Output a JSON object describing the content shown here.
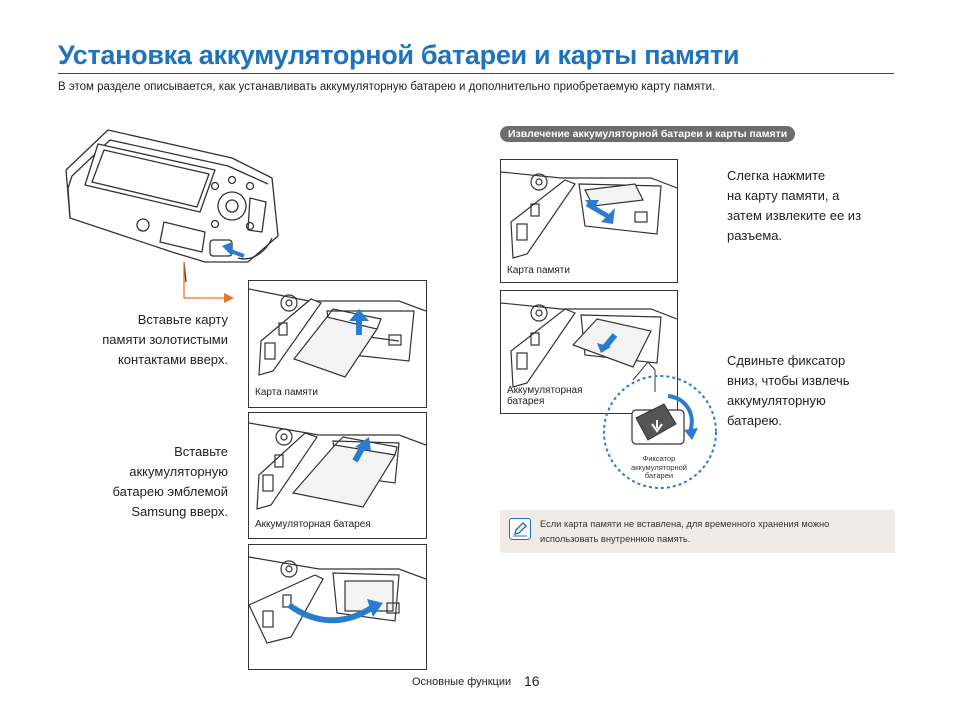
{
  "page": {
    "title": "Установка аккумуляторной батареи и карты памяти",
    "intro": "В этом разделе описывается, как устанавливать аккумуляторную батарею и дополнительно приобретаемую карту памяти."
  },
  "install": {
    "step_card": [
      "Вставьте карту",
      "памяти золотистыми",
      "контактами вверх."
    ],
    "step_battery": [
      "Вставьте",
      "аккумуляторную",
      "батарею эмблемой",
      "Samsung вверх."
    ],
    "panel_card_caption": "Карта памяти",
    "panel_battery_caption": "Аккумуляторная батарея"
  },
  "removal": {
    "section_label": "Извлечение аккумуляторной батареи и карты памяти",
    "step_card": [
      "Слегка нажмите",
      "на карту памяти, а",
      "затем извлеките ее из",
      "разъема."
    ],
    "step_battery": [
      "Сдвиньте фиксатор",
      "вниз, чтобы извлечь",
      "аккумуляторную",
      "батарею."
    ],
    "panel_card_caption": "Карта памяти",
    "panel_battery_caption": [
      "Аккумуляторная",
      "батарея"
    ],
    "lock_caption": [
      "Фиксатор",
      "аккумуляторной",
      "батареи"
    ]
  },
  "note": {
    "icon": "note-pencil-icon",
    "text": [
      "Если карта памяти не вставлена, для временного хранения можно",
      "использовать внутреннюю память."
    ]
  },
  "footer": {
    "section": "Основные функции",
    "page_number": "16"
  },
  "colors": {
    "title": "#1e73be",
    "arrow_blue": "#2a7ccf",
    "arrow_orange": "#e8742a",
    "pill_bg": "#6d6d6d",
    "note_bg": "#f0ebe4"
  }
}
